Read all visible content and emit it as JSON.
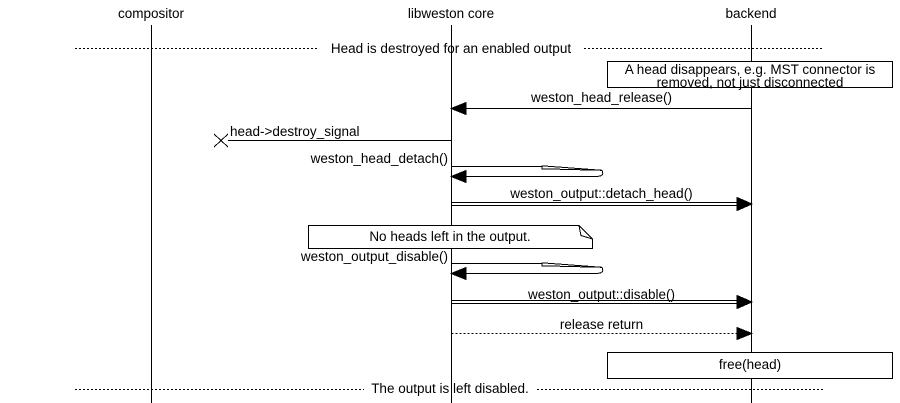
{
  "participants": [
    {
      "name": "compositor"
    },
    {
      "name": "libweston core"
    },
    {
      "name": "backend"
    }
  ],
  "dividers": {
    "top": "Head is destroyed for an enabled output",
    "bottom": "The output is left disabled."
  },
  "notes": {
    "head_disappears": "A head disappears, e.g. MST connector is removed, not just disconnected",
    "no_heads": "No heads left in the output.",
    "free_head": "free(head)"
  },
  "messages": {
    "head_release": "weston_head_release()",
    "destroy_signal": "head->destroy_signal",
    "head_detach": "weston_head_detach()",
    "detach_head": "weston_output::detach_head()",
    "output_disable": "weston_output_disable()",
    "disable": "weston_output::disable()",
    "release_return": "release return"
  },
  "colors": {
    "line": "#000000",
    "background": "#ffffff"
  }
}
